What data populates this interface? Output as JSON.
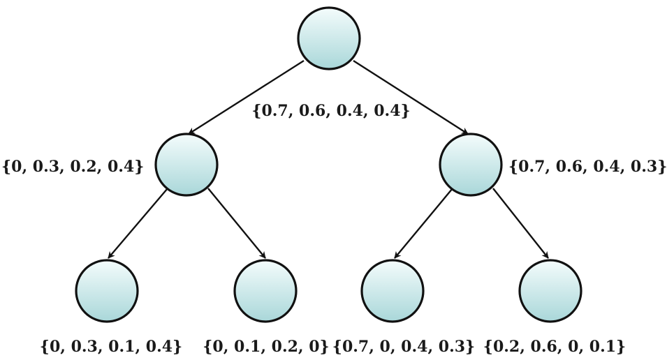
{
  "colors": {
    "node_fill_top": "#f4fcfc",
    "node_fill_bottom": "#a9d7d9",
    "stroke": "#111111"
  },
  "nodes": [
    {
      "id": "root"
    },
    {
      "id": "mid-left",
      "label": "{0, 0.3, 0.2, 0.4}"
    },
    {
      "id": "mid-right",
      "label": "{0.7, 0.6, 0.4, 0.3}"
    },
    {
      "id": "leaf-1",
      "label": "{0, 0.3, 0.1, 0.4}"
    },
    {
      "id": "leaf-2",
      "label": "{0, 0.1, 0.2, 0}"
    },
    {
      "id": "leaf-3",
      "label": "{0.7, 0, 0.4, 0.3}"
    },
    {
      "id": "leaf-4",
      "label": "{0.2, 0.6, 0, 0.1}"
    }
  ],
  "root_label": "{0.7, 0.6, 0.4, 0.4}",
  "edges": [
    {
      "from": "root",
      "to": "mid-left"
    },
    {
      "from": "root",
      "to": "mid-right"
    },
    {
      "from": "mid-left",
      "to": "leaf-1"
    },
    {
      "from": "mid-left",
      "to": "leaf-2"
    },
    {
      "from": "mid-right",
      "to": "leaf-3"
    },
    {
      "from": "mid-right",
      "to": "leaf-4"
    }
  ]
}
